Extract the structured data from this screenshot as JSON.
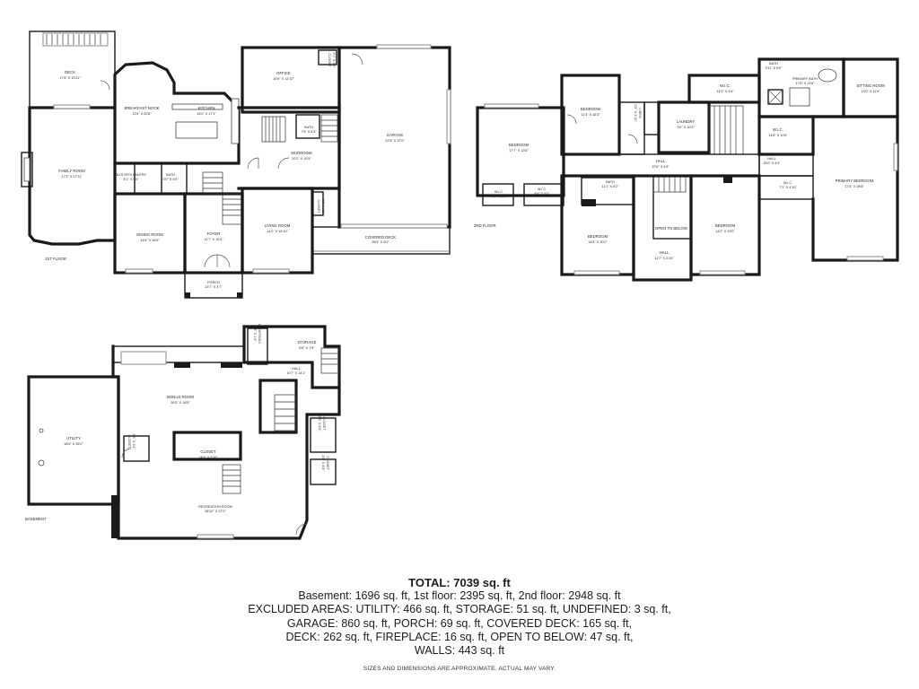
{
  "floors": {
    "first": {
      "label": "1ST FLOOR",
      "rooms": [
        {
          "id": "deck",
          "name": "DECK",
          "dims": "17'6\" X 15'11\""
        },
        {
          "id": "breakfast",
          "name": "BREAKFAST NOOK",
          "dims": "11'8\" X 20'8\""
        },
        {
          "id": "kitchen",
          "name": "KITCHEN",
          "dims": "15'0\" X 17'1\""
        },
        {
          "id": "office",
          "name": "OFFICE",
          "dims": "16'9\" X 12'10\""
        },
        {
          "id": "garage",
          "name": "GARAGE",
          "dims": "22'8\" X 37'0\""
        },
        {
          "id": "family",
          "name": "FAMILY ROOM",
          "dims": "17'3\" X 27'11\""
        },
        {
          "id": "butler",
          "name": "BUTLER'S PANTRY",
          "dims": "8'1\" X 5'0\""
        },
        {
          "id": "bath1",
          "name": "BATH",
          "dims": "3'0\" X 5'9\""
        },
        {
          "id": "bath2",
          "name": "BATH",
          "dims": "7'6\" X 6'3\""
        },
        {
          "id": "mudroom",
          "name": "MUDROOM",
          "dims": "20'2\" X 15'5\""
        },
        {
          "id": "dining",
          "name": "DINING ROOM",
          "dims": "14'6\" X 16'5\""
        },
        {
          "id": "foyer",
          "name": "FOYER",
          "dims": "11'7\" X 15'4\""
        },
        {
          "id": "living",
          "name": "LIVING ROOM",
          "dims": "14'2\" X 16'10\""
        },
        {
          "id": "covered",
          "name": "COVERED DECK",
          "dims": "28'9\" X 6'0\""
        },
        {
          "id": "porch",
          "name": "PORCH",
          "dims": "13'7\" X 4'7\""
        },
        {
          "id": "closet_a",
          "name": "CLOSET",
          "dims": "3'1\" X 6'1\""
        },
        {
          "id": "closet_b",
          "name": "CLOSET",
          "dims": "3'5\" X 3'8\""
        }
      ]
    },
    "second": {
      "label": "2ND FLOOR",
      "rooms": [
        {
          "id": "bedroom_nw",
          "name": "BEDROOM",
          "dims": "11'4\" X 16'3\""
        },
        {
          "id": "bedroom_w",
          "name": "BEDROOM",
          "dims": "17'7\" X 13'6\""
        },
        {
          "id": "linen",
          "name": "LINEN",
          "dims": "2'2\" X 4'10\""
        },
        {
          "id": "laundry",
          "name": "LAUNDRY",
          "dims": "9'9\" X 10'3\""
        },
        {
          "id": "wic_top",
          "name": "W.I.C.",
          "dims": "14'3\" X 5'4\""
        },
        {
          "id": "bath_p",
          "name": "BATH",
          "dims": "5'11\" X 5'0\""
        },
        {
          "id": "primary_bath",
          "name": "PRIMARY BATH",
          "dims": "17'6\" X 11'8\""
        },
        {
          "id": "sitting",
          "name": "SITTING ROOM",
          "dims": "13'0\" X 11'6\""
        },
        {
          "id": "wic_mid",
          "name": "W.I.C.",
          "dims": "14'8\" X 10'6\""
        },
        {
          "id": "hall_c",
          "name": "HALL",
          "dims": "37'6\" X 4'8\""
        },
        {
          "id": "hall_e",
          "name": "HALL",
          "dims": "15'0\" X 4'4\""
        },
        {
          "id": "wic_a",
          "name": "W.I.C.",
          "dims": "8'8\" X 5'2\""
        },
        {
          "id": "wic_b",
          "name": "W.I.C.",
          "dims": "8'6\" X 5'2\""
        },
        {
          "id": "bath_m",
          "name": "BATH",
          "dims": "11'1\" X 8'2\""
        },
        {
          "id": "wic_e",
          "name": "W.I.C.",
          "dims": "7'1\" X 4'10\""
        },
        {
          "id": "primary",
          "name": "PRIMARY BEDROOM",
          "dims": "17'6\" X 28'8\""
        },
        {
          "id": "bedroom_s",
          "name": "BEDROOM",
          "dims": "14'6\" X 20'2\""
        },
        {
          "id": "open",
          "name": "OPEN TO BELOW",
          "dims": ""
        },
        {
          "id": "bedroom_se",
          "name": "BEDROOM",
          "dims": "14'2\" X 19'0\""
        },
        {
          "id": "hall_s",
          "name": "HALL",
          "dims": "11'7\" X 21'6\""
        }
      ]
    },
    "basement": {
      "label": "BASEMENT",
      "rooms": [
        {
          "id": "storage",
          "name": "STORAGE",
          "dims": "6'8\" X 7'8\""
        },
        {
          "id": "undef",
          "name": "UNDEFINED",
          "dims": "2'9\" X 1'4\""
        },
        {
          "id": "hall_b",
          "name": "HALL",
          "dims": "10'7\" X 14'1\""
        },
        {
          "id": "bonus",
          "name": "BONUS ROOM",
          "dims": "26'5\" X 18'5\""
        },
        {
          "id": "utility",
          "name": "UTILITY",
          "dims": "18'6\" X 26'2\""
        },
        {
          "id": "closet_bb",
          "name": "CLOSET",
          "dims": "14'8\" X 5'10\""
        },
        {
          "id": "closet_c",
          "name": "CLOSET",
          "dims": "2'5\" X 3'4\""
        },
        {
          "id": "closet_d",
          "name": "CLOSET",
          "dims": "3'5\" X 6'3\""
        },
        {
          "id": "closet_e",
          "name": "CLOSET",
          "dims": "2'8\" X 4'6\""
        },
        {
          "id": "rec",
          "name": "RECREATION ROOM",
          "dims": "38'10\" X 27'0\""
        }
      ]
    }
  },
  "summary": {
    "total": "TOTAL: 7039 sq. ft",
    "line1": "Basement: 1696 sq. ft, 1st floor: 2395 sq. ft, 2nd floor: 2948 sq. ft",
    "line2": "EXCLUDED AREAS: UTILITY: 466 sq. ft, STORAGE: 51 sq. ft, UNDEFINED: 3 sq. ft,",
    "line3": "GARAGE: 860 sq. ft, PORCH: 69 sq. ft, COVERED DECK: 165 sq. ft,",
    "line4": "DECK: 262 sq. ft, FIREPLACE: 16 sq. ft, OPEN TO BELOW: 47 sq. ft,",
    "line5": "WALLS: 443 sq. ft"
  },
  "disclaimer": "SIZES AND DIMENSIONS ARE APPROXIMATE. ACTUAL MAY VARY."
}
